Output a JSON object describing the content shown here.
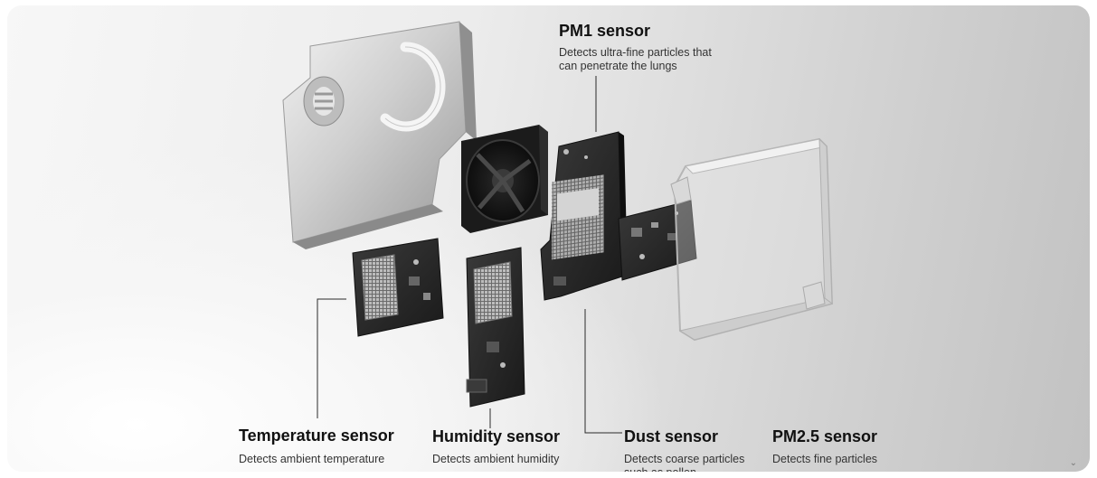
{
  "callouts": {
    "pm1": {
      "title": "PM1 sensor",
      "desc": "Detects ultra-fine particles that can penetrate the lungs"
    },
    "temperature": {
      "title": "Temperature sensor",
      "desc": "Detects ambient temperature"
    },
    "humidity": {
      "title": "Humidity sensor",
      "desc": "Detects ambient humidity"
    },
    "dust": {
      "title": "Dust sensor",
      "desc": "Detects coarse particles such as pollen"
    },
    "pm25": {
      "title": "PM2.5 sensor",
      "desc": "Detects fine particles"
    }
  },
  "corner_glyph": "⌄"
}
